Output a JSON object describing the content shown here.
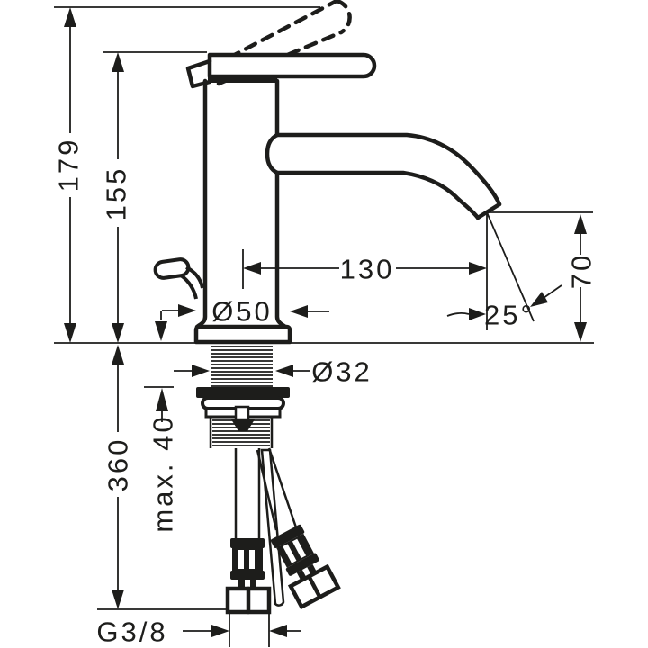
{
  "page": {
    "background": "#ffffff",
    "ink_color": "#1d1d1b"
  },
  "drawing": {
    "type": "technical-drawing",
    "subject": "Single-lever basin mixer faucet, side elevation with installation dimensions",
    "units": "mm",
    "labels": {
      "total_height": "179",
      "spout_top_height": "155",
      "spout_reach": "130",
      "outlet_height": "70",
      "outlet_angle": "25°",
      "base_diameter": "Ø50",
      "shank_diameter": "Ø32",
      "max_mounting_thickness": "max. 40",
      "hose_length": "360",
      "thread_size": "G3/8"
    }
  }
}
